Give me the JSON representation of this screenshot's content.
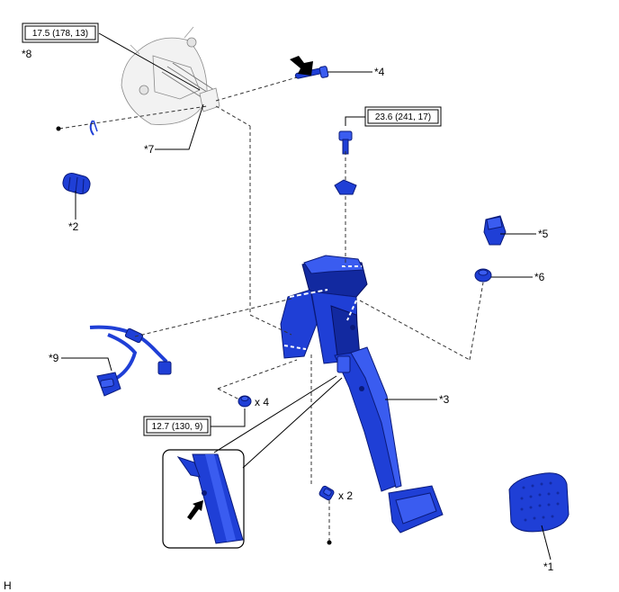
{
  "callouts": {
    "c1": "*1",
    "c2": "*2",
    "c3": "*3",
    "c4": "*4",
    "c5": "*5",
    "c6": "*6",
    "c7": "*7",
    "c8": "*8",
    "c9": "*9"
  },
  "torques": {
    "master_cylinder_nut": "17.5 (178, 13)",
    "bracket_bolt": "23.6 (241, 17)",
    "lower_nut": "12.7 (130, 9)"
  },
  "quantities": {
    "nuts_x4": "x 4",
    "bolts_x2": "x 2"
  },
  "figure_code": "H",
  "colors": {
    "part_blue": "#1f3fd6",
    "outline": "#000000",
    "hidden_part": "#f2f2f2"
  }
}
